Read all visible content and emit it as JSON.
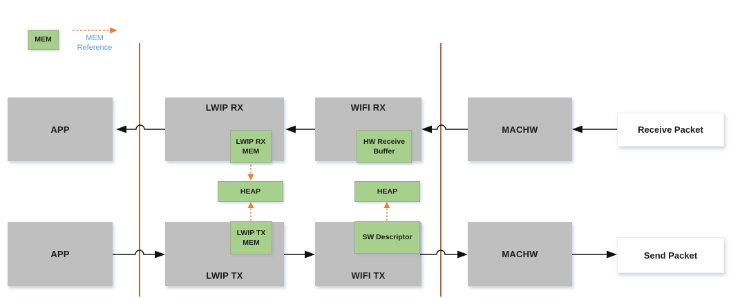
{
  "colors": {
    "box_gray": "#bfbfbf",
    "box_green": "#a8d08d",
    "accent_orange": "#ed7d31",
    "accent_blue": "#5b9bd5",
    "line_brown": "#9e3c12"
  },
  "legend": {
    "mem": "MEM",
    "reference": "MEM Reference"
  },
  "rx_path": {
    "app": "APP",
    "lwip": "LWIP RX",
    "lwip_mem": "LWIP RX MEM",
    "wifi": "WIFI RX",
    "hw_buffer": "HW Receive Buffer",
    "machw": "MACHW",
    "packet": "Receive Packet"
  },
  "heap": {
    "left": "HEAP",
    "right": "HEAP"
  },
  "tx_path": {
    "app": "APP",
    "lwip": "LWIP TX",
    "lwip_mem": "LWIP TX MEM",
    "wifi": "WIFI TX",
    "sw_descriptor": "SW Descriptor",
    "machw": "MACHW",
    "packet": "Send Packet"
  }
}
